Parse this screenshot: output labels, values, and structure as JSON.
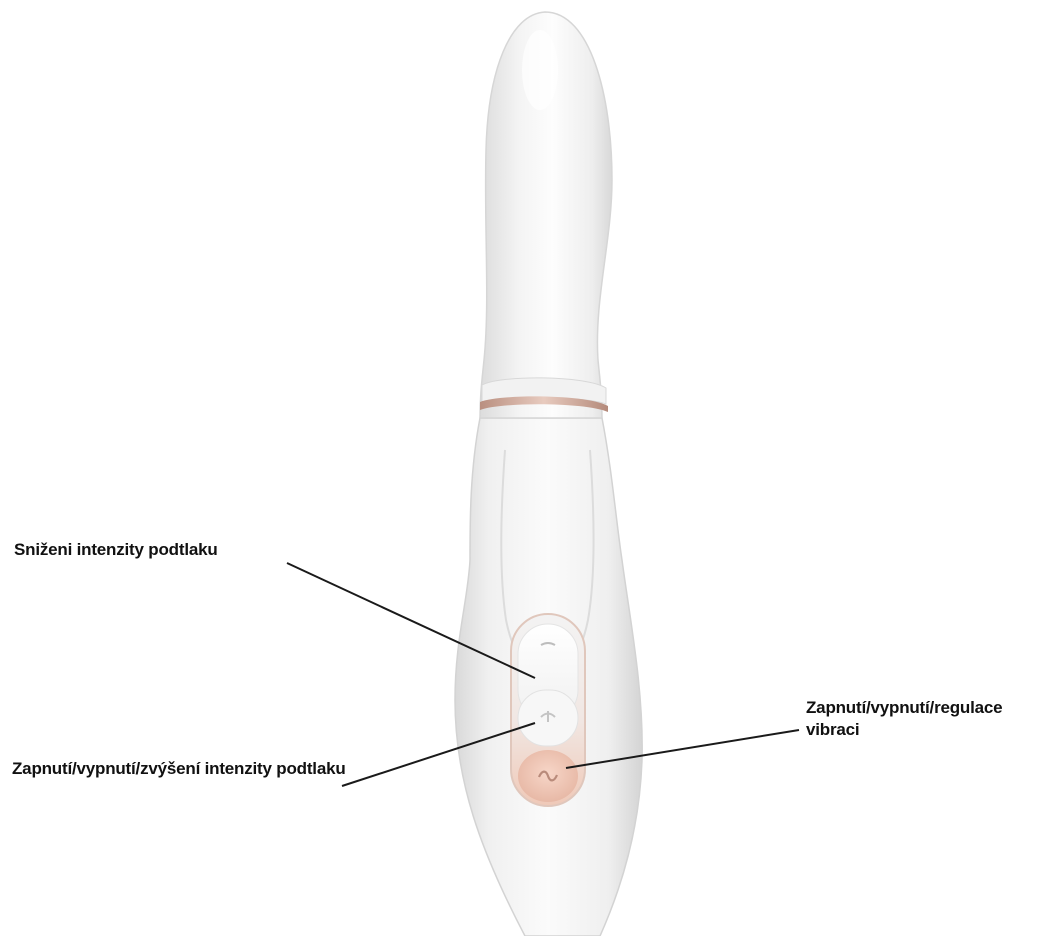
{
  "diagram": {
    "labels": {
      "decrease_suction": "Sniženi intenzity podtlaku",
      "power_increase_suction": "Zapnutí/vypnutí/zvýšení intenzity podtlaku",
      "power_vibration": "Zapnutí/vypnutí/regulace vibraci"
    },
    "button_icons": {
      "top": "minus-icon",
      "middle": "plus-icon",
      "bottom": "wave-icon"
    },
    "colors": {
      "body": "#f6f6f6",
      "shadow": "#d7d7d7",
      "accent_rosegold": "#e9c3b3",
      "ring": "#c9a497",
      "leader_line": "#1a1a1a",
      "text": "#111111"
    }
  }
}
